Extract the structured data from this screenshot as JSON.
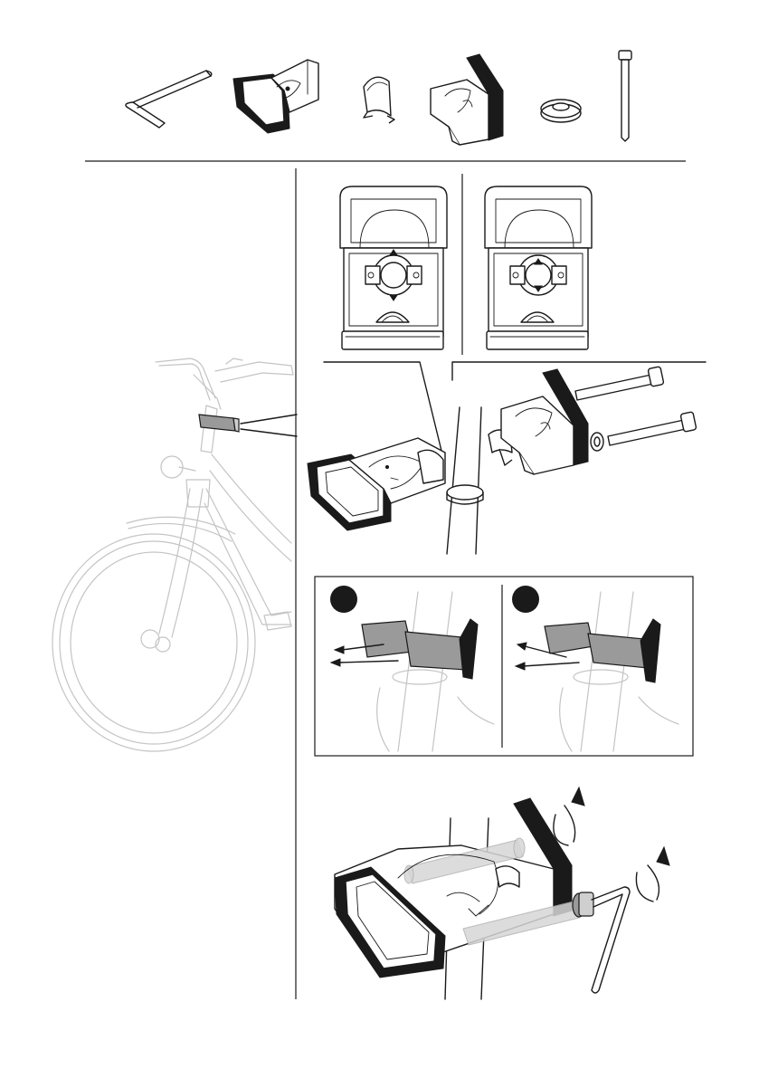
{
  "page": {
    "background": "#ffffff",
    "line_color": "#1a1a1a",
    "faded_color": "#c4c4c4",
    "highlight_color": "#9a9a9a"
  },
  "parts": [
    {
      "name": "allen-key-icon"
    },
    {
      "name": "front-clamp-icon"
    },
    {
      "name": "clamp-insert-icon"
    },
    {
      "name": "rear-clamp-icon"
    },
    {
      "name": "washer-icon"
    },
    {
      "name": "bolt-icon"
    }
  ],
  "steps": [
    {
      "name": "bike-overview-illustration"
    },
    {
      "name": "insert-orientation-views"
    },
    {
      "name": "exploded-assembly-view"
    },
    {
      "name": "angle-option-a-panel",
      "badge_color": "#1a1a1a"
    },
    {
      "name": "angle-option-b-panel",
      "badge_color": "#1a1a1a"
    },
    {
      "name": "tightening-view"
    }
  ]
}
